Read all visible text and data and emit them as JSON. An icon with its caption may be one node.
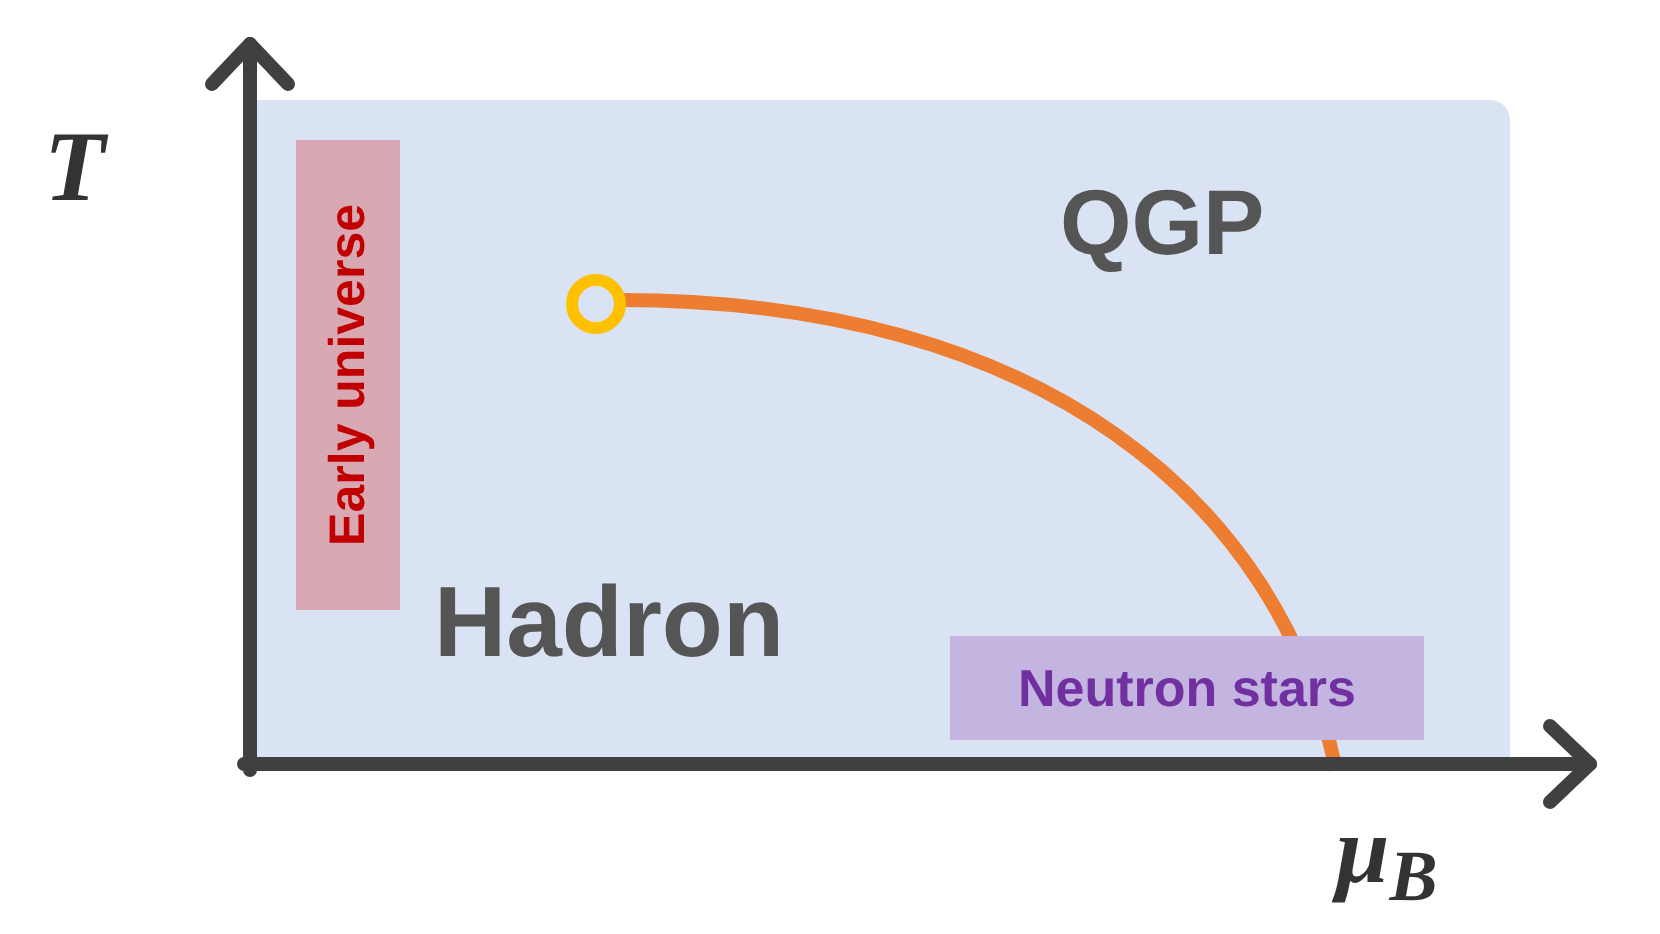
{
  "diagram": {
    "nodes": [
      {
        "text": [
          "QGP",
          "Hadron"
        ]
      },
      {
        "text": [
          "Early universe"
        ],
        "in": 0
      },
      {
        "text": [
          "Neutron stars"
        ],
        "in": 0
      }
    ],
    "labels": [
      "T",
      "μ$_{B}$"
    ]
  }
}
